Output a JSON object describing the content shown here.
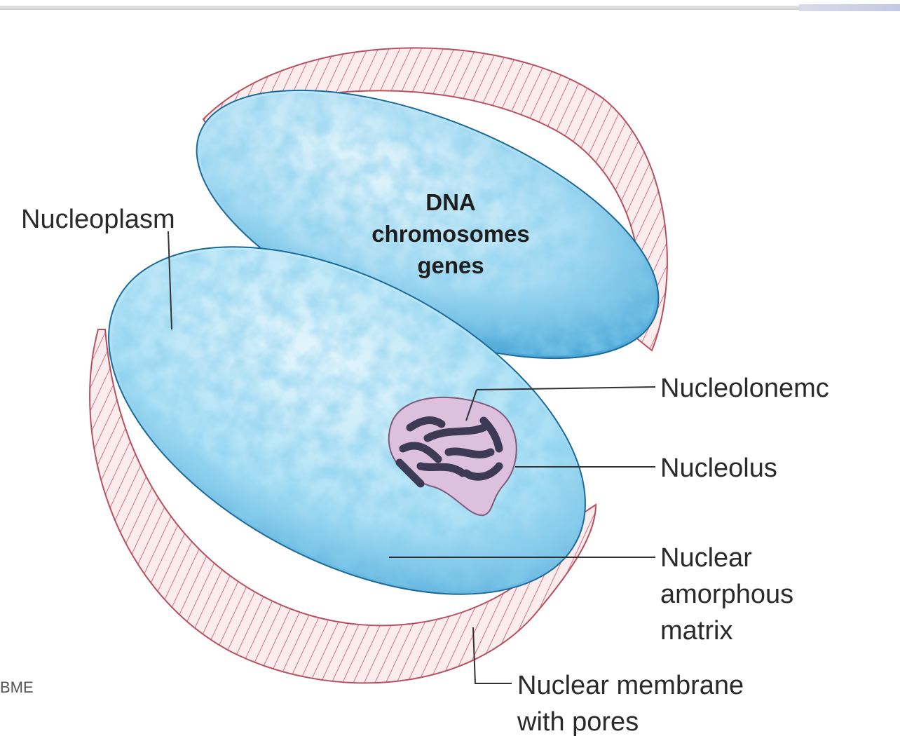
{
  "labels": {
    "nucleoplasm": "Nucleoplasm",
    "dna_line1": "DNA",
    "dna_line2": "chromosomes",
    "dna_line3": "genes",
    "nucleolonema": "Nucleolonemc",
    "nucleolus": "Nucleolus",
    "matrix_line1": "Nuclear",
    "matrix_line2": "amorphous",
    "matrix_line3": "matrix",
    "membrane_line1": "Nuclear membrane",
    "membrane_line2": "with pores"
  },
  "footer": {
    "note": "BME"
  },
  "colors": {
    "membrane_fill": "#f8e4e6",
    "membrane_stripe": "#d9707e",
    "nucleoplasm_light": "#d8f0fb",
    "nucleoplasm_dark": "#3fa6d8",
    "nucleolus_fill": "#d9b9d9",
    "nucleolonema": "#3c3a55"
  }
}
